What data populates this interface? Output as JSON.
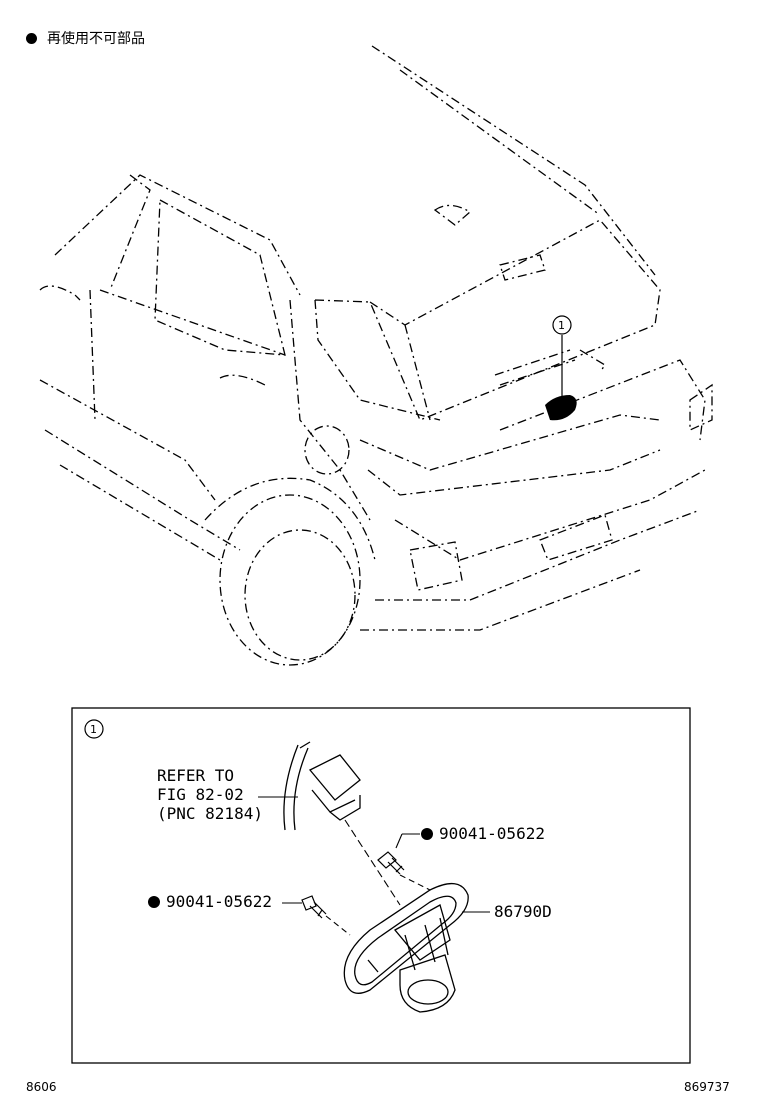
{
  "legend": {
    "text": "再使用不可部品"
  },
  "callout_marker": "1",
  "detail_box": {
    "marker": "1",
    "refer": [
      "REFER TO",
      "FIG 82-02",
      "(PNC 82184)"
    ],
    "parts": [
      {
        "number": "90041-05622",
        "non_reusable": true
      },
      {
        "number": "90041-05622",
        "non_reusable": true
      },
      {
        "number": "86790D",
        "non_reusable": false
      }
    ]
  },
  "footer": {
    "left": "8606",
    "right": "869737"
  }
}
